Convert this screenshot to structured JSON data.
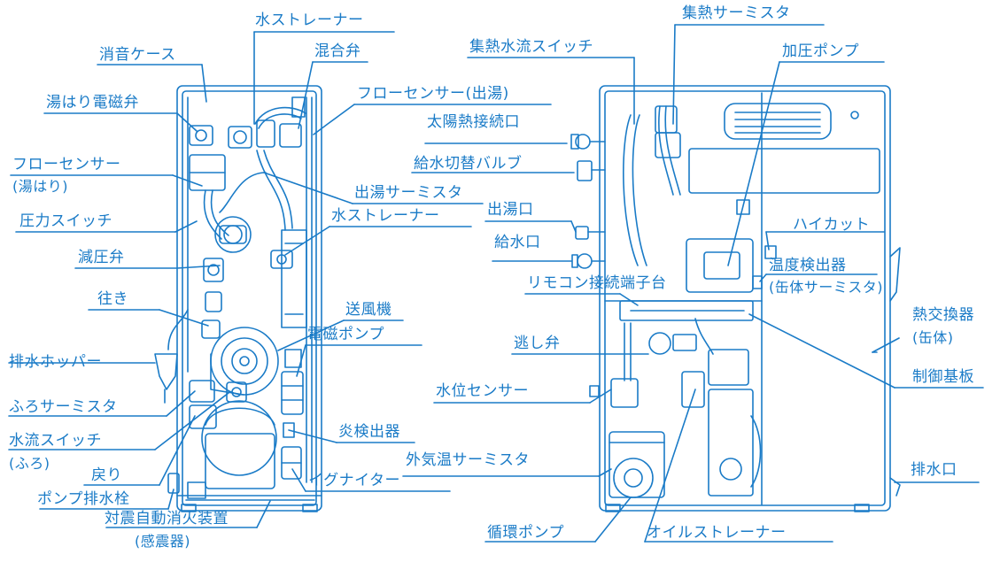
{
  "colors": {
    "ink": "#1a7bc7",
    "background": "#ffffff"
  },
  "left_unit": {
    "labels": {
      "water_strainer_top": "水ストレーナー",
      "muffler_case": "消音ケース",
      "mixing_valve": "混合弁",
      "fill_solenoid": "湯はり電磁弁",
      "flow_sensor_hot": "フローセンサー(出湯)",
      "flow_sensor_fill_1": "フローセンサー",
      "flow_sensor_fill_2": "(湯はり)",
      "hot_thermistor": "出湯サーミスタ",
      "pressure_switch": "圧力スイッチ",
      "water_strainer_mid": "水ストレーナー",
      "pressure_reducing_valve": "減圧弁",
      "supply_line": "往き",
      "blower": "送風機",
      "solenoid_pump": "電磁ポンプ",
      "drain_hopper": "排水ホッパー",
      "bath_thermistor": "ふろサーミスタ",
      "flame_detector": "炎検出器",
      "water_flow_switch_1": "水流スイッチ",
      "water_flow_switch_2": "(ふろ)",
      "return_line": "戻り",
      "igniter": "イグナイター",
      "pump_drain_plug": "ポンプ排水栓",
      "seismic_1": "対震自動消火装置",
      "seismic_2": "(感震器)"
    }
  },
  "right_unit": {
    "labels": {
      "collector_thermistor": "集熱サーミスタ",
      "collector_flow_switch": "集熱水流スイッチ",
      "booster_pump": "加圧ポンプ",
      "solar_port": "太陽熱接続口",
      "supply_switch_valve": "給水切替バルブ",
      "hot_outlet": "出湯口",
      "high_cut": "ハイカット",
      "water_inlet": "給水口",
      "temp_detector_1": "温度検出器",
      "temp_detector_2": "(缶体サーミスタ)",
      "remote_terminal": "リモコン接続端子台",
      "heat_exchanger_1": "熱交換器",
      "heat_exchanger_2": "(缶体)",
      "relief_valve": "逃し弁",
      "control_board": "制御基板",
      "water_level_sensor": "水位センサー",
      "outdoor_thermistor": "外気温サーミスタ",
      "drain_port": "排水口",
      "circulation_pump": "循環ポンプ",
      "oil_strainer": "オイルストレーナー"
    }
  }
}
